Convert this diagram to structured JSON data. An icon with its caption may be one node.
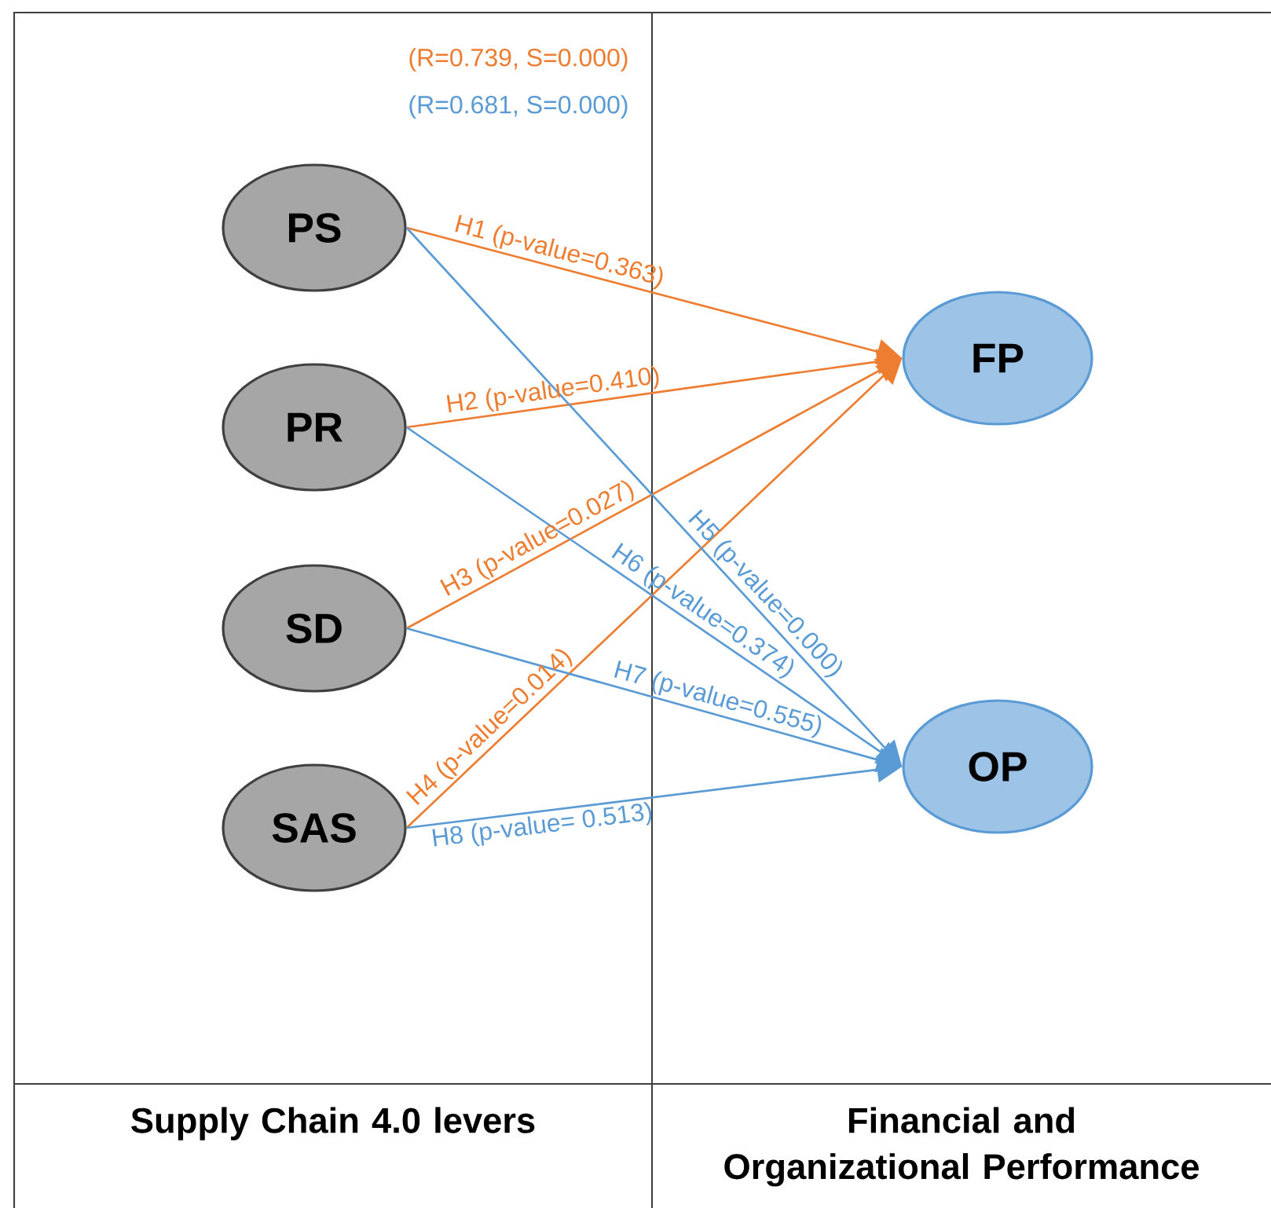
{
  "diagram": {
    "nodes": [
      {
        "text": [
          "PS"
        ]
      },
      {
        "text": [
          "PR"
        ]
      },
      {
        "text": [
          "SD"
        ]
      },
      {
        "text": [
          "SAS"
        ]
      },
      {
        "text": [
          "FP"
        ]
      },
      {
        "text": [
          "OP"
        ]
      }
    ],
    "edges": [
      {
        "from": 0,
        "to": 4,
        "arrow": "to",
        "label": "H1 (p-value=0.363)",
        "color": "#ed7d31"
      },
      {
        "from": 1,
        "to": 4,
        "arrow": "to",
        "label": "H2 (p-value=0.410)",
        "color": "#ed7d31"
      },
      {
        "from": 2,
        "to": 4,
        "arrow": "to",
        "label": "H3 (p-value=0.027)",
        "color": "#ed7d31"
      },
      {
        "from": 3,
        "to": 4,
        "arrow": "to",
        "label": "H4 (p-value=0.014)",
        "color": "#ed7d31"
      },
      {
        "from": 0,
        "to": 5,
        "arrow": "to",
        "label": "H5 (p-value=0.000)",
        "color": "#5b9bd5"
      },
      {
        "from": 1,
        "to": 5,
        "arrow": "to",
        "label": "H6 (p-value=0.374)",
        "color": "#5b9bd5"
      },
      {
        "from": 2,
        "to": 5,
        "arrow": "to",
        "label": "H7 (p-value=0.555)",
        "color": "#5b9bd5"
      },
      {
        "from": 3,
        "to": 5,
        "arrow": "to",
        "label": "H8 (p-value= 0.513)",
        "color": "#5b9bd5"
      }
    ],
    "labels": [
      "(R=0.739, S=0.000)",
      "(R=0.681, S=0.000)",
      "Supply Chain 4.0 levers",
      "Financial and Organizational Performance"
    ]
  }
}
